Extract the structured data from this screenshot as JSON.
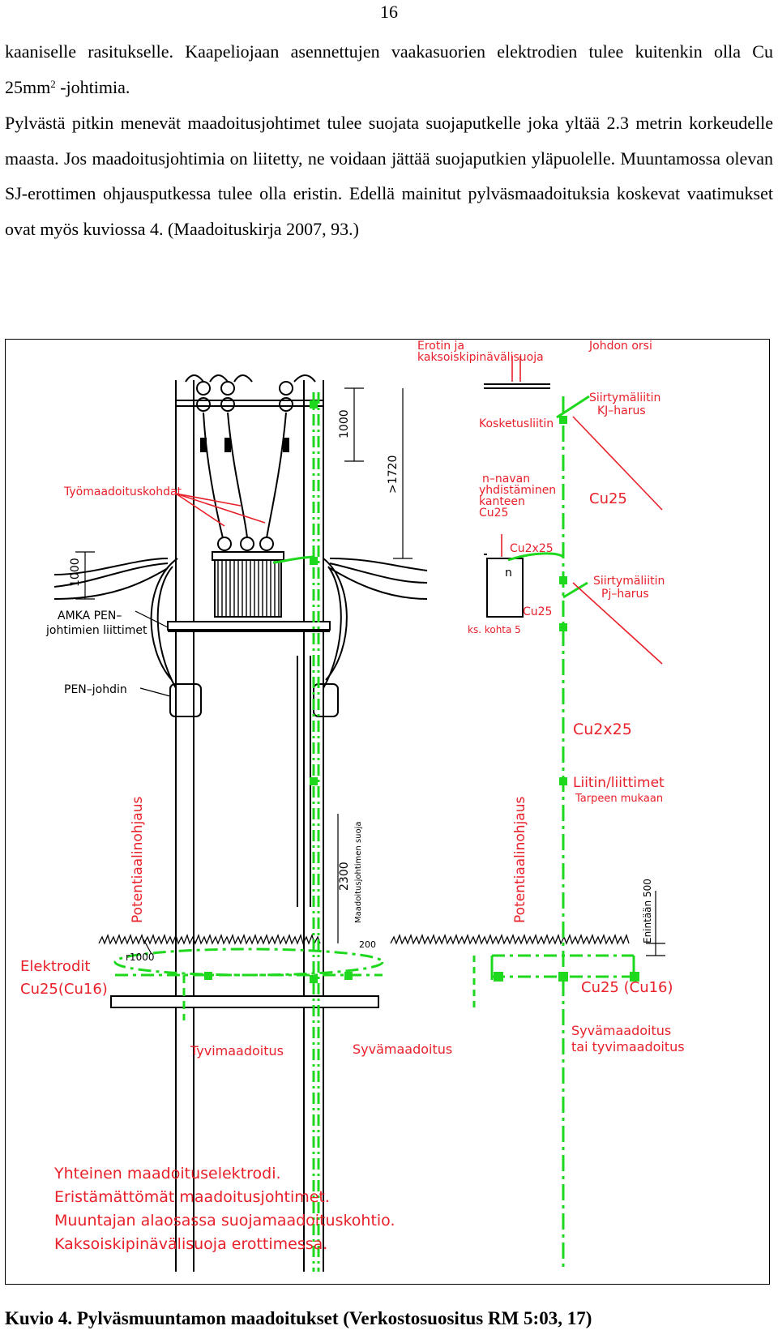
{
  "page_number": "16",
  "paragraphs": [
    "kaaniselle rasitukselle. Kaapeliojaan asennettujen vaakasuorien elektrodien tulee kuitenkin olla Cu 25mm",
    "-johtimia.",
    "Pylvästä pitkin menevät maadoitusjohtimet tulee suojata suojaputkelle joka yltää 2.3 metrin korkeudelle maasta. Jos maadoitusjohtimia on liitetty, ne voidaan jättää suojaputkien yläpuolelle. Muuntamossa olevan SJ-erottimen ohjausputkessa tulee olla eristin. Edellä mainitut pylväsmaadoituksia koskevat vaatimukset ovat myös kuviossa 4. (Maadoituskirja 2007, 93.)"
  ],
  "superscript": "2",
  "figure": {
    "labels": {
      "erotin": "Erotin ja",
      "kaksois": "kaksoiskipinävälisuoja",
      "johdon_orsi": "Johdon orsi",
      "siirtyma1a": "Siirtymäliitin",
      "siirtyma1b": "KJ–harus",
      "kosketus": "Kosketusliitin",
      "tyomaa": "Työmaadoituskohdat",
      "npavan1": "n–navan",
      "npavan2": "yhdistäminen",
      "npavan3": "kanteen",
      "npavan4": "Cu25",
      "cu25_a": "Cu25",
      "cu2x25_a": "Cu2x25",
      "n_box": "n",
      "siirtyma2a": "Siirtymäliitin",
      "siirtyma2b": "Pj–harus",
      "cu25_b": "Cu25",
      "ks_kohta": "ks. kohta 5",
      "amka1": "AMKA PEN–",
      "amka2": "johtimien liittimet",
      "pen": "PEN–johdin",
      "cu2x25_b": "Cu2x25",
      "liitin1": "Liitin/liittimet",
      "liitin2": "Tarpeen mukaan",
      "pot_left": "Potentiaalinohjaus",
      "pot_right": "Potentiaalinohjaus",
      "suoja": "Maadoitusjohtimen suoja",
      "enintaan": "Enintään 500",
      "dim_1000_top": "1000",
      "dim_1720": ">1720",
      "dim_1000_left": "1000",
      "dim_2300": "2300",
      "dim_200": "200",
      "r1000": "r1000",
      "elektrodit1": "Elektrodit",
      "elektrodit2": "Cu25(Cu16)",
      "cu25cu16": "Cu25 (Cu16)",
      "tyvi": "Tyvimaadoitus",
      "syva": "Syvämaadoitus",
      "syva2a": "Syvämaadoitus",
      "syva2b": "tai tyvimaadoitus",
      "notes": [
        "Yhteinen maadoituselektrodi.",
        "Eristämättömät maadoitusjohtimet.",
        "Muuntajan alaosassa suojamaadoituskohtio.",
        "Kaksoiskipinävälisuoja erottimessa."
      ]
    },
    "colors": {
      "red": "#e8202a",
      "green": "#1ed81e",
      "black": "#000000"
    }
  },
  "caption": "Kuvio 4. Pylväsmuuntamon maadoitukset (Verkostosuositus RM 5:03, 17)"
}
